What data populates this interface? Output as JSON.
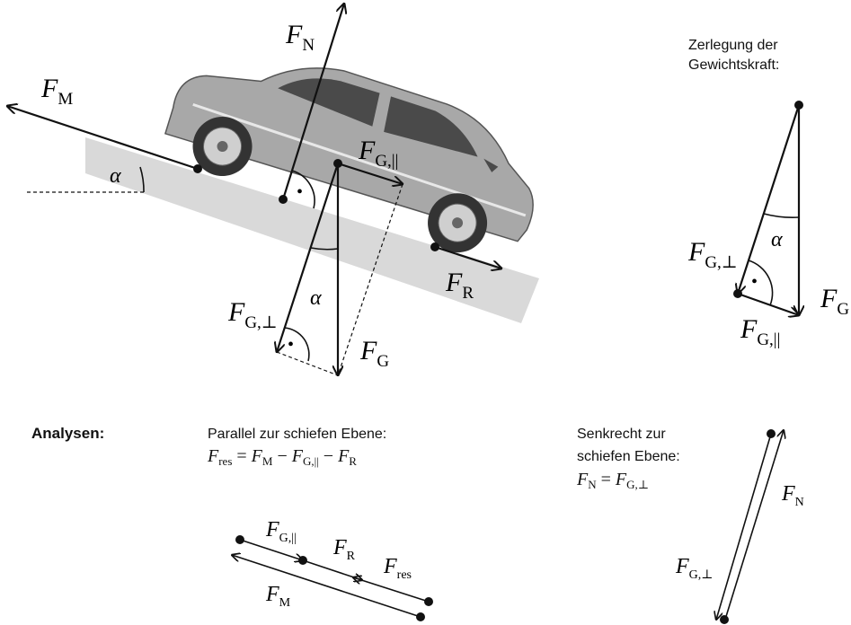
{
  "diagram": {
    "force_symbol": "F",
    "sub_N": "N",
    "sub_M": "M",
    "sub_G": "G",
    "sub_R": "R",
    "sub_G_par": "G,||",
    "sub_G_perp": "G,⊥",
    "sub_res": "res",
    "angle_symbol": "α",
    "right_angle_dot": "•",
    "decomposition_title_line1": "Zerlegung der",
    "decomposition_title_line2": "Gewichtskraft:",
    "analyses_label": "Analysen:",
    "parallel_heading": "Parallel zur schiefen Ebene:",
    "parallel_equation_prefix": "F",
    "perp_heading_line1": "Senkrecht zur",
    "perp_heading_line2": "schiefen Ebene:",
    "eq_equals": " = ",
    "eq_minus": " − "
  },
  "colors": {
    "ramp": "#d9d9d9",
    "car_body": "#a8a8a8",
    "car_dark": "#4a4a4a",
    "ink": "#111111"
  }
}
